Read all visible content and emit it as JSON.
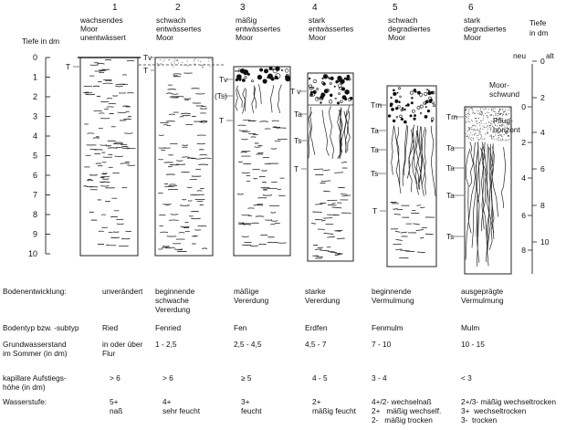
{
  "profiles": [
    {
      "number": "1",
      "title": [
        "wachsendes",
        "Moor",
        "unentwässert"
      ],
      "horizons": [
        "T"
      ]
    },
    {
      "number": "2",
      "title": [
        "schwach",
        "entwässertes",
        "Moor"
      ],
      "horizons": [
        "Tv",
        "T"
      ]
    },
    {
      "number": "3",
      "title": [
        "mäßig",
        "entwässertes",
        "Moor"
      ],
      "horizons": [
        "Tv",
        "(Ts)",
        "T"
      ]
    },
    {
      "number": "4",
      "title": [
        "stark",
        "entwässertes",
        "Moor"
      ],
      "horizons": [
        "T v",
        "Ta",
        "Ts",
        "T"
      ]
    },
    {
      "number": "5",
      "title": [
        "schwach",
        "degradiertes",
        "Moor"
      ],
      "horizons": [
        "Tm",
        "Ta",
        "Ta",
        "Ts",
        "T"
      ]
    },
    {
      "number": "6",
      "title": [
        "stark",
        "degradiertes",
        "Moor"
      ],
      "horizons": [
        "Tm",
        "Ta",
        "Ta",
        "Ta",
        "Ts"
      ]
    }
  ],
  "left_axis": {
    "label": [
      "Tiefe in dm"
    ],
    "ticks": [
      "0",
      "1",
      "2",
      "3",
      "4",
      "5",
      "6",
      "7",
      "8",
      "9",
      "10"
    ]
  },
  "right_axis": {
    "label": [
      "Tiefe",
      "in dm"
    ],
    "col_new": "neu",
    "col_old": "alt",
    "ticks_new": [
      "0",
      "2",
      "4",
      "6",
      "8"
    ],
    "ticks_old": [
      "0",
      "2",
      "4",
      "6",
      "8",
      "10"
    ],
    "annotation_moor": [
      "Moor-",
      "schwund"
    ],
    "annotation_pflug": [
      "Pflug-",
      "horizont"
    ]
  },
  "table": {
    "rows": [
      {
        "label": [
          "Bodenentwicklung:"
        ],
        "values": [
          [
            "unverändert"
          ],
          [
            "beginnende",
            "schwache",
            "Vererdung"
          ],
          [
            "mäßige",
            "Vererdung"
          ],
          [
            "starke",
            "Vererdung"
          ],
          [
            "beginnende",
            "Vermulmung"
          ],
          [
            "ausgeprägte",
            "Vermulmung"
          ]
        ]
      },
      {
        "label": [
          "Bodentyp bzw. -subtyp"
        ],
        "values": [
          [
            "Ried"
          ],
          [
            "Fenried"
          ],
          [
            "Fen"
          ],
          [
            "Erdfen"
          ],
          [
            "Fenmulm"
          ],
          [
            "Mulm"
          ]
        ]
      },
      {
        "label": [
          "Grundwasserstand",
          "im Sommer (in dm)"
        ],
        "values": [
          [
            "in oder über",
            "Flur"
          ],
          [
            "1 - 2,5"
          ],
          [
            "2,5 - 4,5"
          ],
          [
            "4,5 - 7"
          ],
          [
            "7 - 10"
          ],
          [
            "10 - 15"
          ]
        ]
      },
      {
        "label": [
          "kapillare Aufstiegs-",
          "höhe (in dm)"
        ],
        "values": [
          [
            "> 6"
          ],
          [
            "> 6"
          ],
          [
            "≥ 5"
          ],
          [
            "4 - 5"
          ],
          [
            "3 - 4"
          ],
          [
            "< 3"
          ]
        ]
      },
      {
        "label": [
          "Wasserstufe:"
        ],
        "values": [
          [
            "5+",
            "naß"
          ],
          [
            "4+",
            "sehr feucht"
          ],
          [
            "3+",
            "feucht"
          ],
          [
            "2+",
            "mäßig feucht"
          ],
          [
            "4+/2- wechselnaß",
            "2+   mäßig wechself.",
            "2-   mäßig trocken"
          ],
          [
            "2+/3- mäßig wechseltrocken",
            "3+  wechseltrocken",
            "3-  trocken"
          ]
        ]
      }
    ]
  }
}
